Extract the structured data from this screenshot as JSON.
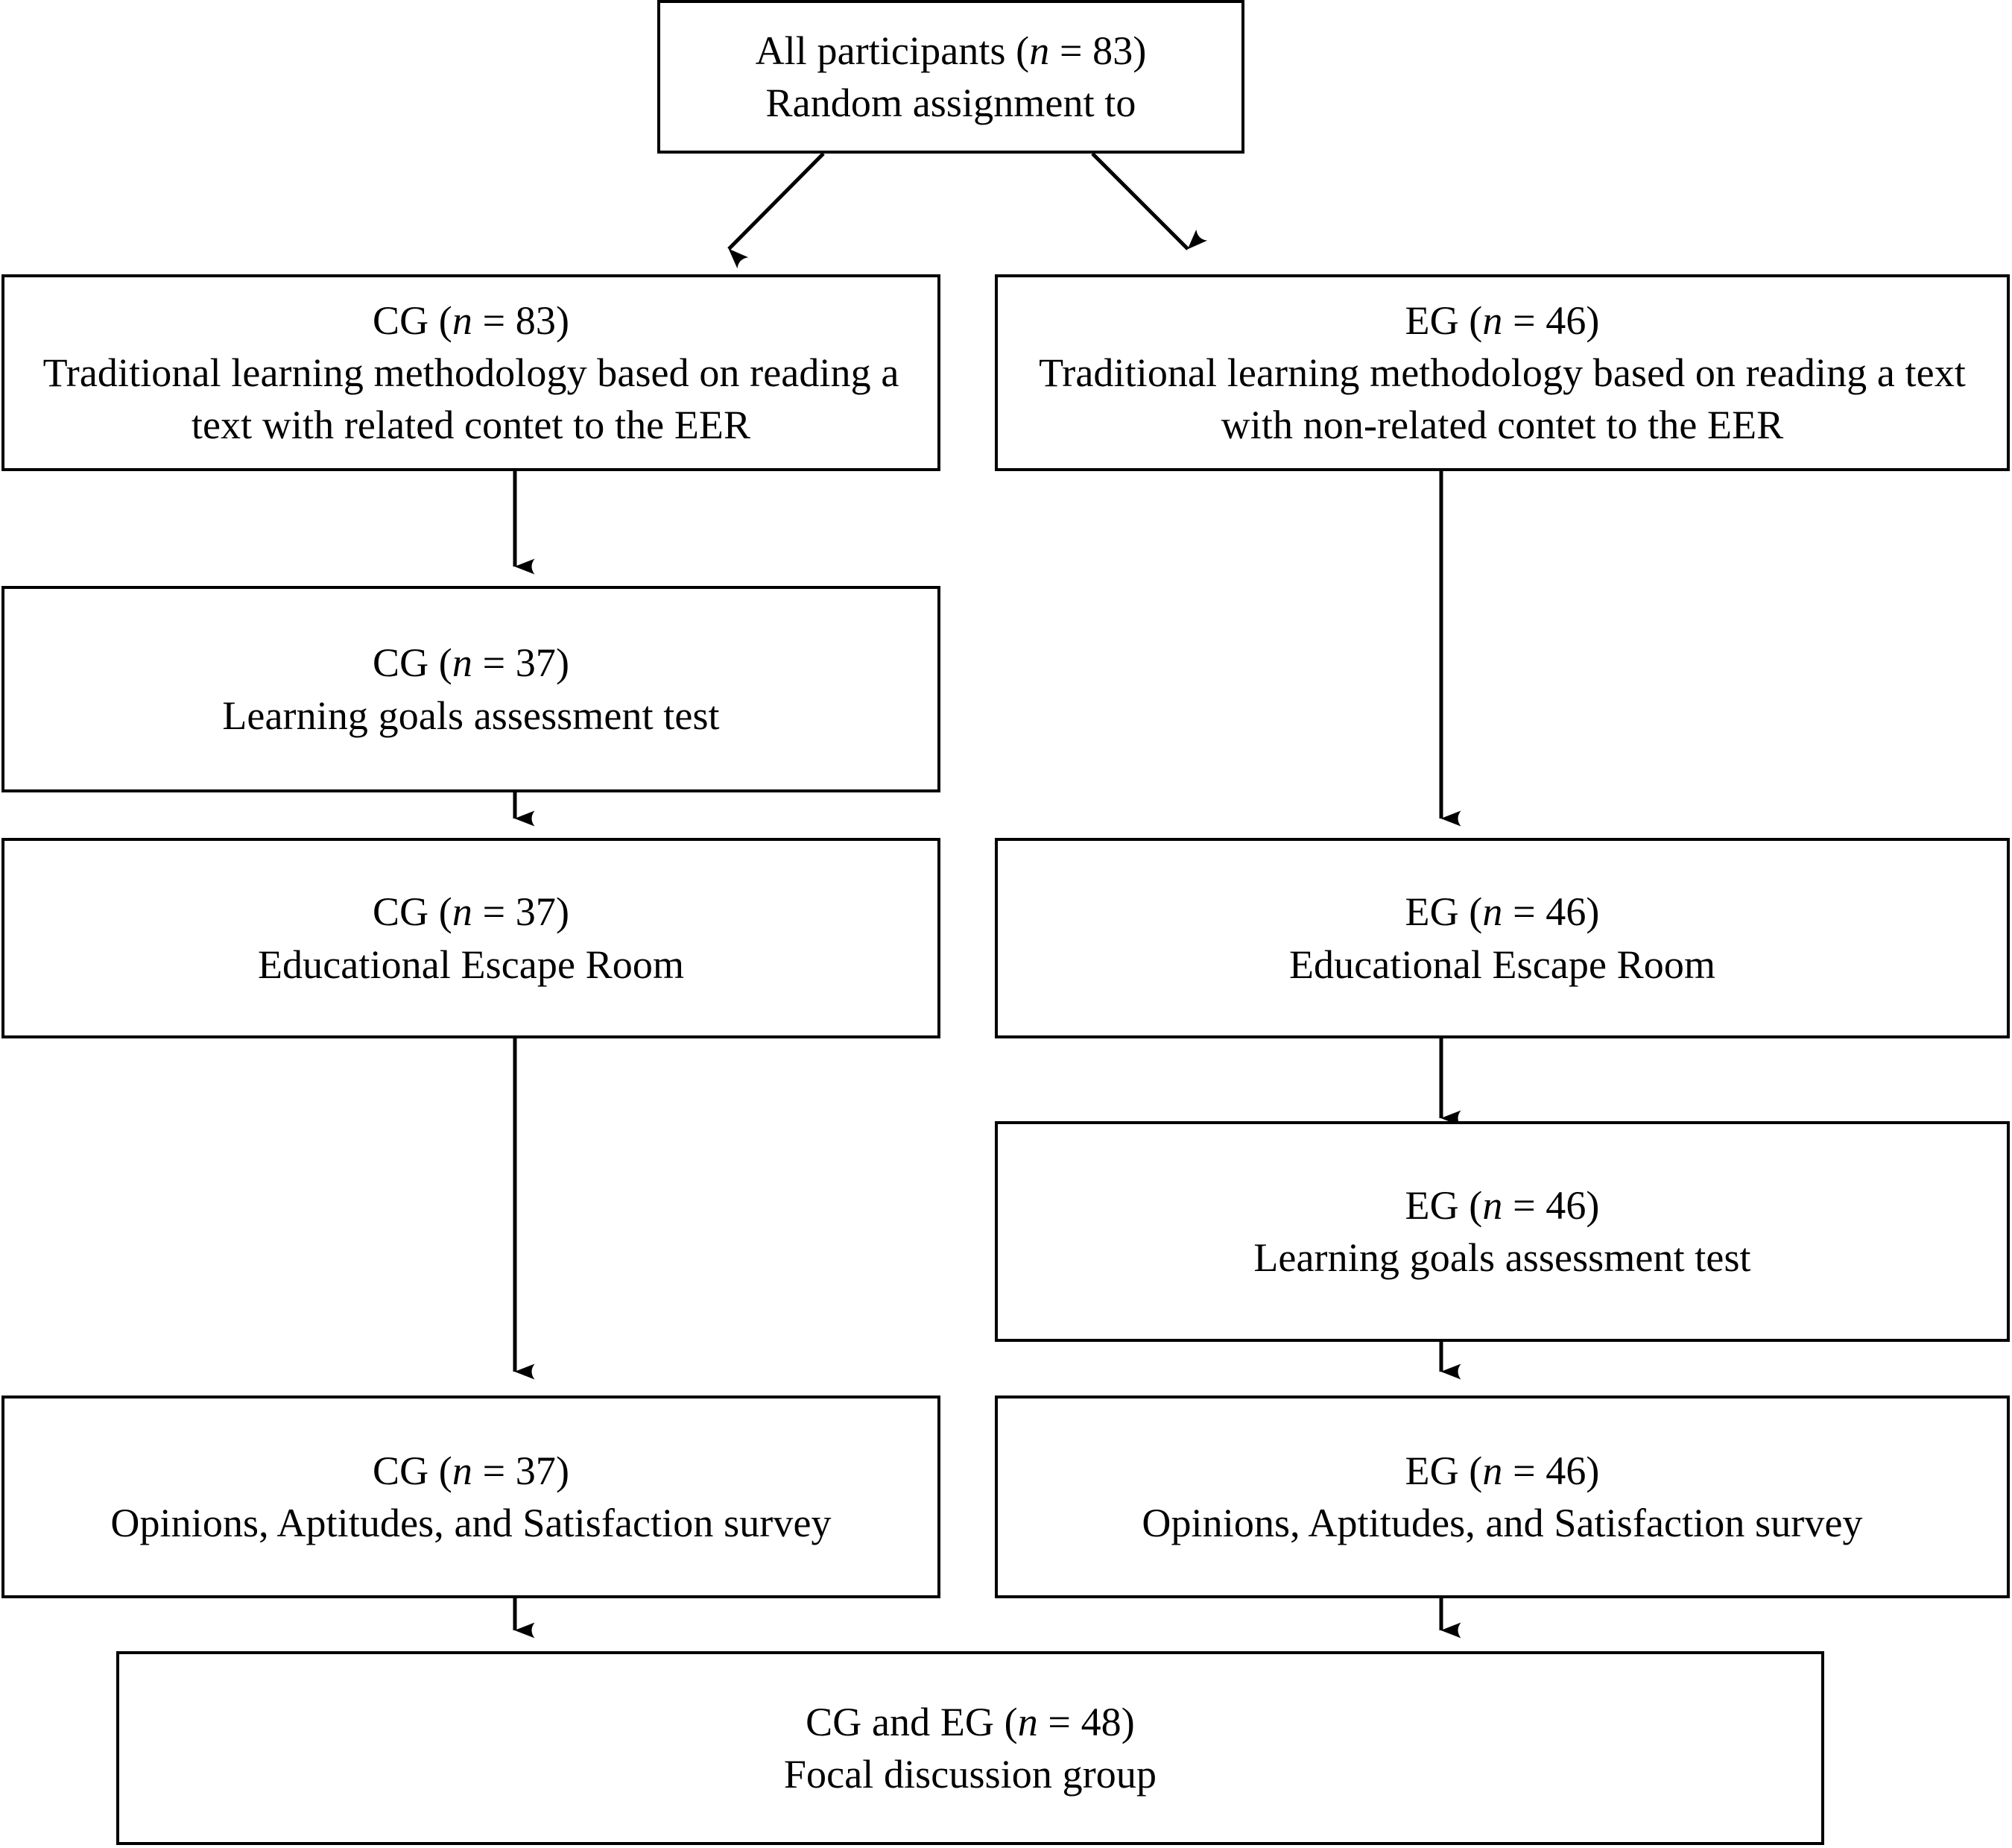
{
  "diagram": {
    "type": "flowchart",
    "title": "Study design flow diagram: random assignment of participants to control and experimental groups",
    "orientation": "top-down",
    "background_color": "#ffffff",
    "stroke_color": "#000000",
    "text_color": "#000000",
    "nodes": [
      {
        "id": "all-participants",
        "line1": "All participants (n = 83)",
        "line2": "Random assignment to",
        "group": "all",
        "n": 83
      },
      {
        "id": "cg-method",
        "line1": "CG (n = 83)",
        "line2": "Traditional learning methodology based on reading a text with related contet to the EER",
        "group": "CG",
        "n": 83
      },
      {
        "id": "eg-method",
        "line1": "EG (n = 46)",
        "line2": "Traditional learning methodology based on reading a text with non-related contet to the EER",
        "group": "EG",
        "n": 46
      },
      {
        "id": "cg-assessment",
        "line1": "CG (n = 37)",
        "line2": "Learning goals assessment test",
        "group": "CG",
        "n": 37
      },
      {
        "id": "cg-escape-room",
        "line1": "CG (n = 37)",
        "line2": "Educational Escape Room",
        "group": "CG",
        "n": 37
      },
      {
        "id": "eg-escape-room",
        "line1": "EG (n = 46)",
        "line2": "Educational Escape Room",
        "group": "EG",
        "n": 46
      },
      {
        "id": "eg-assessment",
        "line1": "EG (n = 46)",
        "line2": "Learning goals assessment test",
        "group": "EG",
        "n": 46
      },
      {
        "id": "cg-survey",
        "line1": "CG (n = 37)",
        "line2": "Opinions, Aptitudes, and Satisfaction survey",
        "group": "CG",
        "n": 37
      },
      {
        "id": "eg-survey",
        "line1": "EG (n = 46)",
        "line2": "Opinions, Aptitudes, and Satisfaction survey",
        "group": "EG",
        "n": 46
      },
      {
        "id": "focal-group",
        "line1": "CG and EG (n = 48)",
        "line2": "Focal discussion group",
        "group": "CG+EG",
        "n": 48
      }
    ],
    "edges": [
      {
        "from": "all-participants",
        "to": "cg-method",
        "style": "diagonal-arrow"
      },
      {
        "from": "all-participants",
        "to": "eg-method",
        "style": "diagonal-arrow"
      },
      {
        "from": "cg-method",
        "to": "cg-assessment",
        "style": "vertical-arrow"
      },
      {
        "from": "cg-assessment",
        "to": "cg-escape-room",
        "style": "vertical-arrow"
      },
      {
        "from": "cg-escape-room",
        "to": "cg-survey",
        "style": "vertical-arrow"
      },
      {
        "from": "cg-survey",
        "to": "focal-group",
        "style": "vertical-arrow"
      },
      {
        "from": "eg-method",
        "to": "eg-escape-room",
        "style": "vertical-arrow"
      },
      {
        "from": "eg-escape-room",
        "to": "eg-assessment",
        "style": "vertical-arrow"
      },
      {
        "from": "eg-assessment",
        "to": "eg-survey",
        "style": "vertical-arrow"
      },
      {
        "from": "eg-survey",
        "to": "focal-group",
        "style": "vertical-arrow"
      }
    ]
  }
}
